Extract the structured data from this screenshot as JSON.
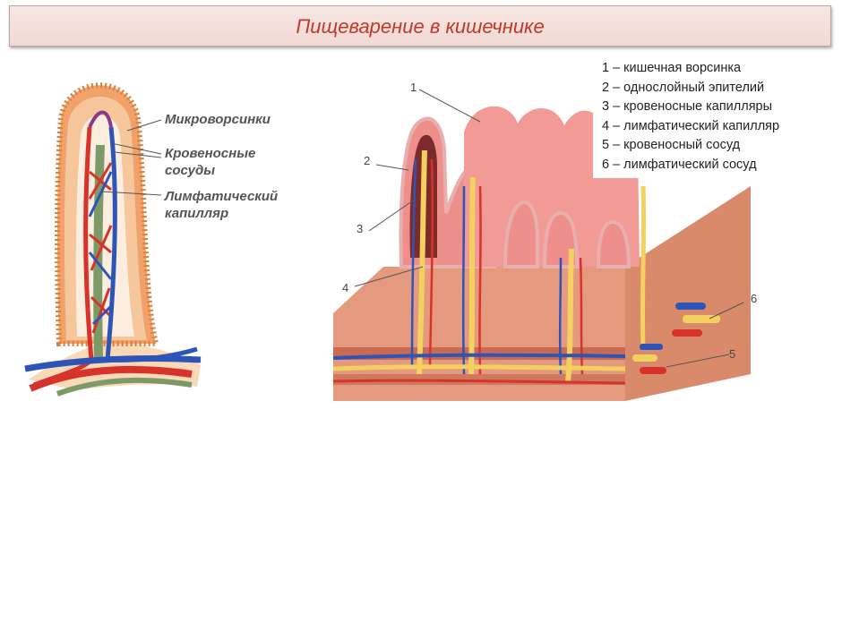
{
  "title": "Пищеварение в кишечнике",
  "left_diagram": {
    "labels": {
      "microvilli": "Микроворсинки",
      "blood_vessels": "Кровеносные\nсосуды",
      "lymph_capillary": "Лимфатический\nкапилляр"
    }
  },
  "right_diagram": {
    "numbers": [
      "1",
      "2",
      "3",
      "4",
      "5",
      "6"
    ]
  },
  "legend": [
    "1 – кишечная ворсинка",
    "2 – однослойный эпителий",
    "3 – кровеносные капилляры",
    "4 – лимфатический капилляр",
    "5 – кровеносный сосуд",
    "6 – лимфатический сосуд"
  ],
  "colors": {
    "title_text": "#c0392b",
    "title_bg": "#f4ded9",
    "villus_tissue": "#f1a26a",
    "blood_red": "#d8332a",
    "blood_blue": "#2d55b8",
    "lymph_yellow": "#f3d060",
    "lymph_green": "#7c9a68",
    "mucosa_pink": "#e98a86"
  }
}
